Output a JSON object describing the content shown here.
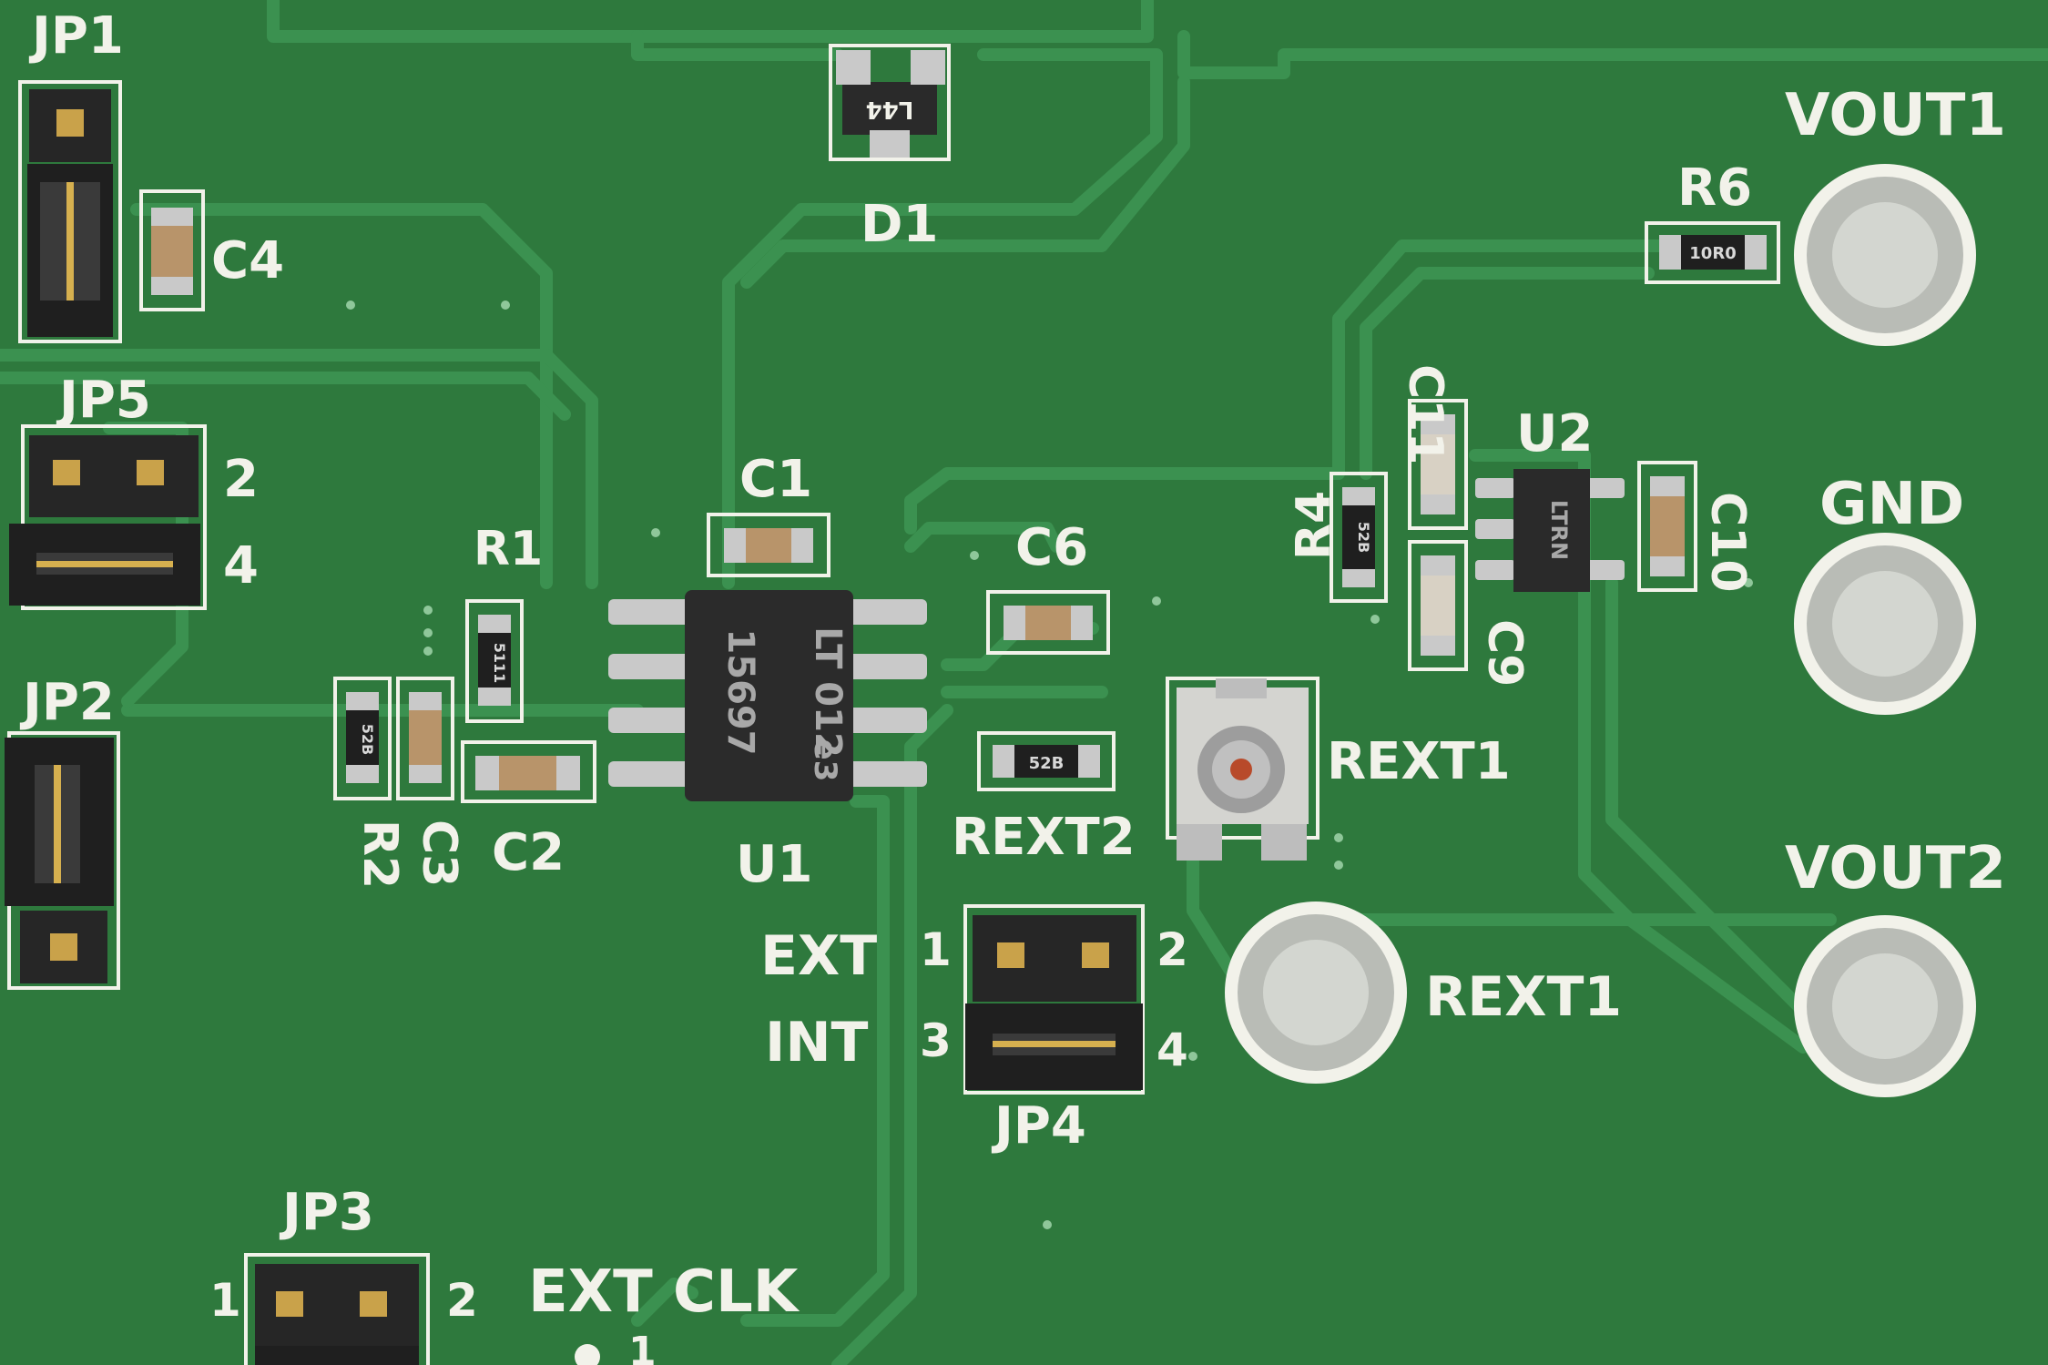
{
  "silkscreen": {
    "jp1": "JP1",
    "jp2": "JP2",
    "jp3": "JP3",
    "jp4": "JP4",
    "jp5": "JP5",
    "jp5_pin2": "2",
    "jp5_pin4": "4",
    "c1": "C1",
    "c2": "C2",
    "c3": "C3",
    "c4": "C4",
    "c6": "C6",
    "c9": "C9",
    "c10": "C10",
    "c11": "C11",
    "r1": "R1",
    "r2": "R2",
    "r4": "R4",
    "r6": "R6",
    "u1": "U1",
    "u2": "U2",
    "d1": "D1",
    "rext1_pot": "REXT1",
    "rext1_terminal": "REXT1",
    "rext2": "REXT2",
    "vout1": "VOUT1",
    "vout2": "VOUT2",
    "gnd": "GND",
    "ext": "EXT",
    "int": "INT",
    "jp4_pin1": "1",
    "jp4_pin2": "2",
    "jp4_pin3": "3",
    "jp4_pin4": "4",
    "ext_clk": "EXT CLK",
    "jp3_pin1": "1",
    "jp3_pin2": "2",
    "ext_clk_pin": "1"
  },
  "chip_markings": {
    "u1_line1": "LT 012",
    "u1_line2": "15697",
    "u1_line3": "e3",
    "u2": "LTRN",
    "d1": "L44",
    "r6": "10R0",
    "r4": "52B",
    "r2": "52B",
    "r1": "5111",
    "rext2": "52B"
  },
  "colors": {
    "board": "#2f7a3e",
    "trace": "#3a9350",
    "silkscreen": "#f2f2ea",
    "ic_body": "#2a2a2a",
    "pad": "#c9c9c9",
    "capacitor": "#b8946a"
  }
}
